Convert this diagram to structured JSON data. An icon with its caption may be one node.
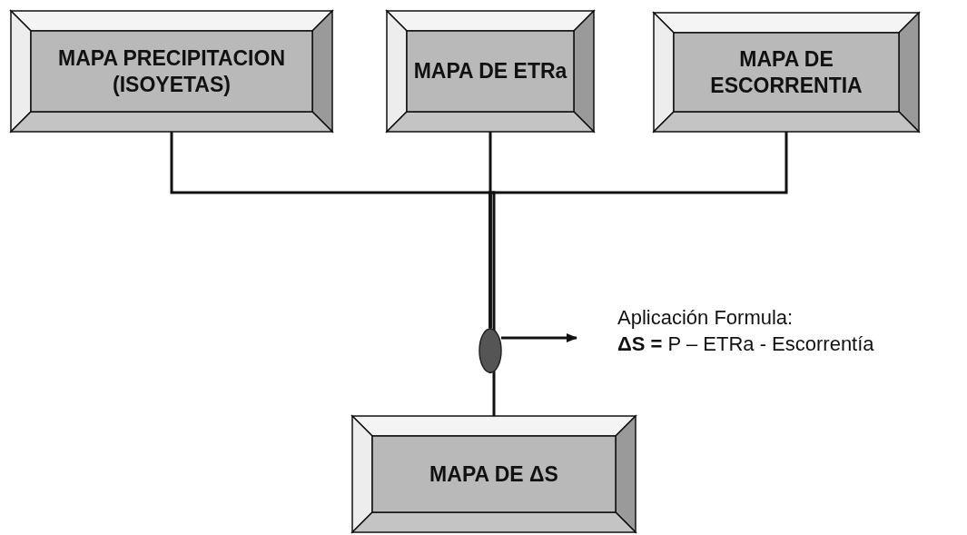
{
  "diagram": {
    "nodes": [
      {
        "text": [
          "MAPA PRECIPITACION (ISOYETAS)"
        ]
      },
      {
        "text": [
          "MAPA DE ETRa"
        ]
      },
      {
        "text": [
          "MAPA DE ESCORRENTIA"
        ]
      },
      {
        "text": [],
        "shape": "circle"
      },
      {
        "text": [
          "MAPA DE ΔS"
        ]
      },
      {
        "text": [
          "Aplicación Formula:",
          "**ΔS =**  P – ETRa - Escorrentía"
        ]
      }
    ],
    "edges": [
      {
        "from": 0,
        "to": 3,
        "arrow": "none"
      },
      {
        "from": 1,
        "to": 3,
        "arrow": "none"
      },
      {
        "from": 2,
        "to": 3,
        "arrow": "none"
      },
      {
        "from": 3,
        "to": 4,
        "arrow": "none"
      },
      {
        "from": 3,
        "to": 5,
        "arrow": "to"
      }
    ]
  }
}
